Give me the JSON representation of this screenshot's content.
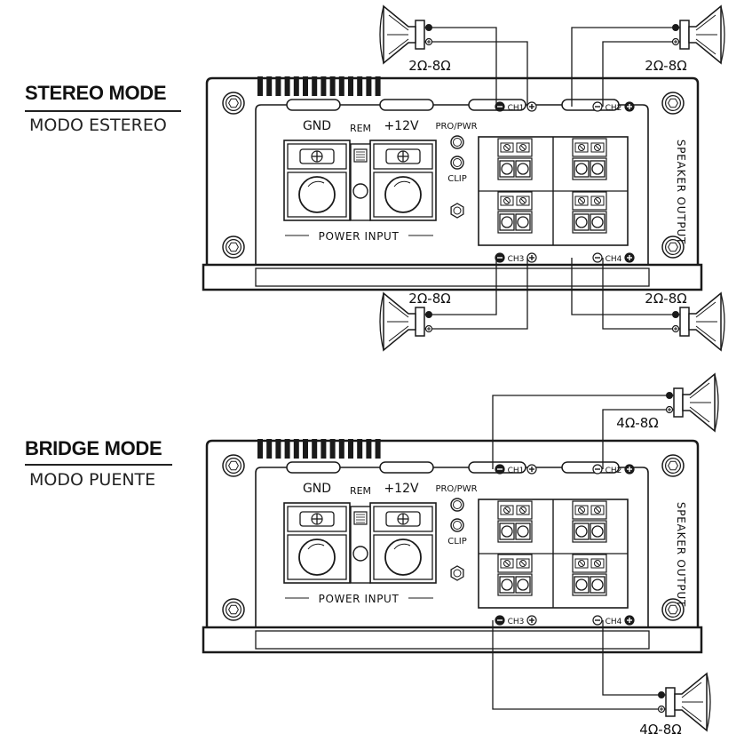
{
  "stereo": {
    "title": "STEREO MODE",
    "subtitle": "MODO ESTEREO",
    "impedance_ch1": "2Ω-8Ω",
    "impedance_ch2": "2Ω-8Ω",
    "impedance_ch3": "2Ω-8Ω",
    "impedance_ch4": "2Ω-8Ω"
  },
  "bridge": {
    "title": "BRIDGE MODE",
    "subtitle": "MODO PUENTE",
    "impedance_top": "4Ω-8Ω",
    "impedance_bottom": "4Ω-8Ω"
  },
  "amp": {
    "gnd": "GND",
    "rem": "REM",
    "plus12v": "+12V",
    "pro_pwr": "PRO/PWR",
    "clip": "CLIP",
    "power_input": "POWER INPUT",
    "speaker_output": "SPEAKER OUTPUT",
    "ch1": "CH1",
    "ch2": "CH2",
    "ch3": "CH3",
    "ch4": "CH4"
  }
}
